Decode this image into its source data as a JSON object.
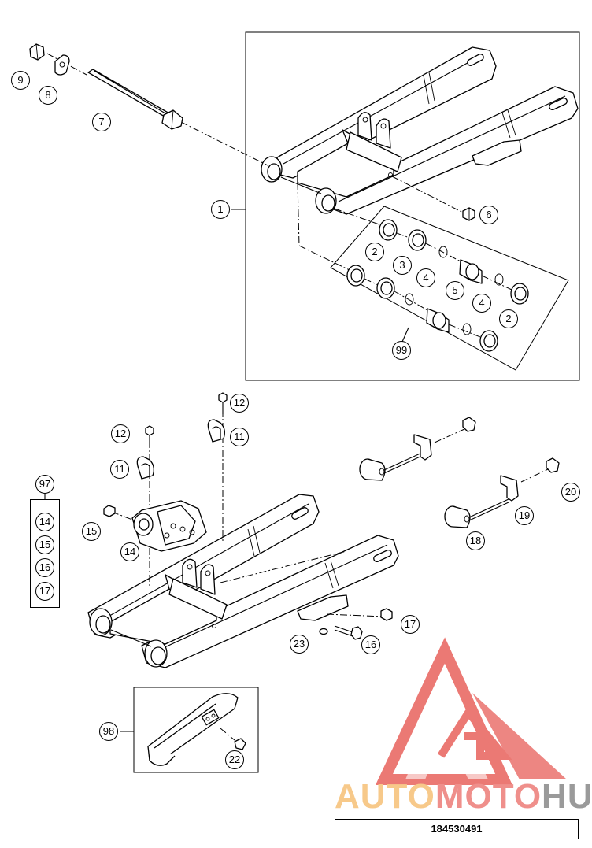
{
  "callouts": {
    "c1": "1",
    "c2a": "2",
    "c2b": "2",
    "c3": "3",
    "c4a": "4",
    "c4b": "4",
    "c5": "5",
    "c6": "6",
    "c7": "7",
    "c8": "8",
    "c9": "9",
    "c99": "99",
    "c12a": "12",
    "c12b": "12",
    "c11a": "11",
    "c11b": "11",
    "c97": "97",
    "c14a": "14",
    "c15a": "15",
    "c16a": "16",
    "c17a": "17",
    "c15": "15",
    "c14": "14",
    "c20": "20",
    "c19": "19",
    "c18": "18",
    "c17": "17",
    "c23": "23",
    "c16": "16",
    "c98": "98",
    "c22": "22"
  },
  "drawing_number": "184530491",
  "watermark": {
    "part1": "AUTO",
    "part2": "MOTO",
    "part3": "HUB"
  },
  "colors": {
    "line": "#000000",
    "watermark_red": "#e8625c",
    "watermark_orange": "#f5b25a",
    "watermark_grey": "#8a8a8a"
  }
}
